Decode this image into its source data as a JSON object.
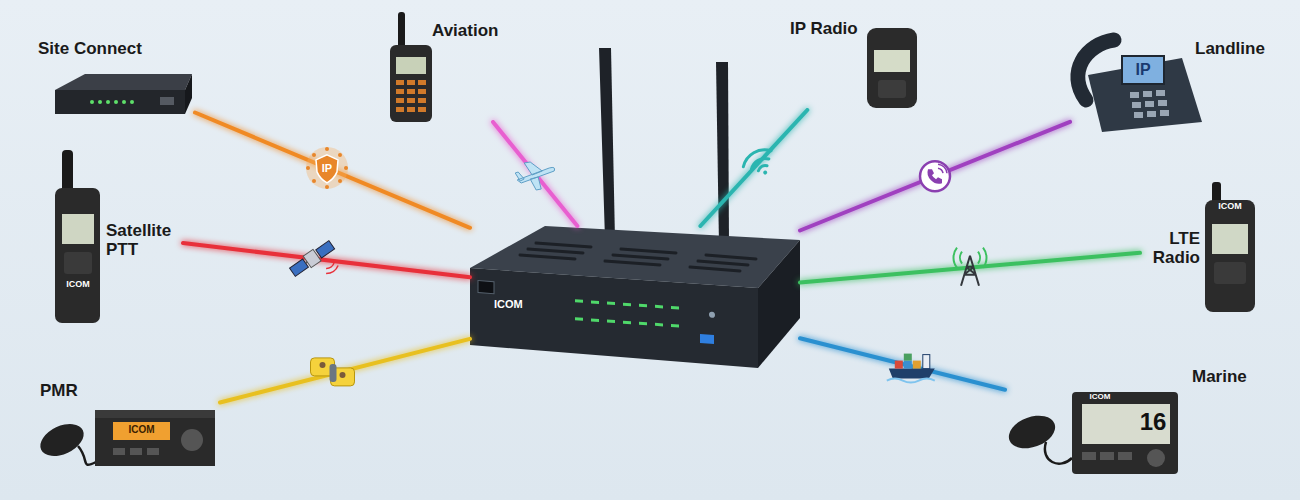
{
  "diagram": {
    "nodes": [
      {
        "text": [
          "Site Connect"
        ]
      },
      {
        "text": [
          "Aviation"
        ]
      },
      {
        "text": [
          "IP Radio"
        ]
      },
      {
        "text": [
          "Landline",
          "IP"
        ]
      },
      {
        "text": [
          "Satellite PTT",
          "ICOM"
        ]
      },
      {
        "text": [
          "ICOM"
        ]
      },
      {
        "text": [
          "LTE Radio",
          "ICOM"
        ]
      },
      {
        "text": [
          "PMR",
          "ICOM"
        ]
      },
      {
        "text": [
          "Marine",
          "ICOM",
          "16"
        ]
      }
    ],
    "edges": [
      {
        "from": 0,
        "to": 5,
        "arrow": "none"
      },
      {
        "from": 1,
        "to": 5,
        "arrow": "none"
      },
      {
        "from": 2,
        "to": 5,
        "arrow": "none"
      },
      {
        "from": 3,
        "to": 5,
        "arrow": "none"
      },
      {
        "from": 4,
        "to": 5,
        "arrow": "none"
      },
      {
        "from": 6,
        "to": 5,
        "arrow": "none"
      },
      {
        "from": 7,
        "to": 5,
        "arrow": "none"
      },
      {
        "from": 8,
        "to": 5,
        "arrow": "none"
      }
    ],
    "labels": [
      "IP"
    ]
  }
}
